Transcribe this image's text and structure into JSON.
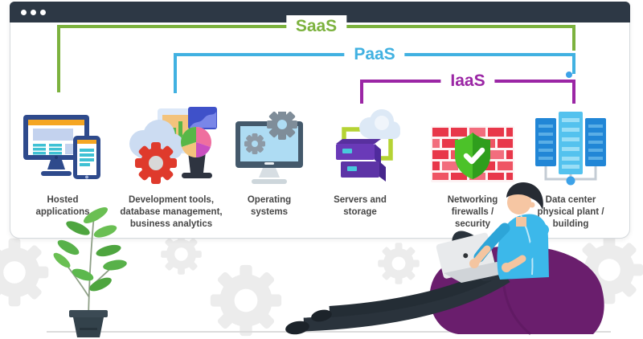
{
  "window": {
    "type": "browser-window-mockup",
    "control_dots": 3,
    "titlebar_color": "#2d3845"
  },
  "layers": [
    {
      "name": "saas",
      "label": "SaaS",
      "color": "#7cb23e"
    },
    {
      "name": "paas",
      "label": "PaaS",
      "color": "#41b1e1"
    },
    {
      "name": "iaas",
      "label": "IaaS",
      "color": "#9b26a5"
    }
  ],
  "items": [
    {
      "icon": "hosted-applications-icon",
      "label": "Hosted\napplications"
    },
    {
      "icon": "development-tools-icon",
      "label": "Development tools,\ndatabase management,\nbusiness analytics"
    },
    {
      "icon": "operating-systems-icon",
      "label": "Operating\nsystems"
    },
    {
      "icon": "servers-storage-icon",
      "label": "Servers and\nstorage"
    },
    {
      "icon": "networking-firewalls-icon",
      "label": "Networking\nfirewalls /\nsecurity"
    },
    {
      "icon": "data-center-icon",
      "label": "Data center\nphysical plant /\nbuilding"
    }
  ],
  "decorations": {
    "plant": "potted-plant-illustration",
    "person": "person-on-beanbag-with-laptop-illustration",
    "background": "gear-watermarks"
  }
}
